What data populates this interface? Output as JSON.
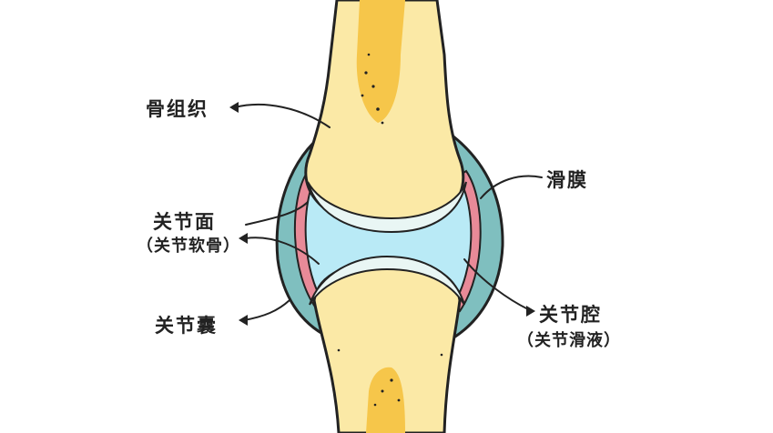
{
  "labels": {
    "bone_tissue": "骨组织",
    "synovium": "滑膜",
    "articular_surface": "关节面",
    "articular_cartilage": "（关节软骨）",
    "joint_capsule": "关节囊",
    "joint_cavity": "关节腔",
    "synovial_fluid": "（关节滑液）"
  },
  "colors": {
    "bone_fill": "#fbe9a6",
    "marrow": "#f6c64a",
    "capsule": "#7fbfbf",
    "cavity": "#b9eaf6",
    "cartilage": "#e9f6f4",
    "synovium": "#e88a98",
    "outline": "#222222"
  }
}
